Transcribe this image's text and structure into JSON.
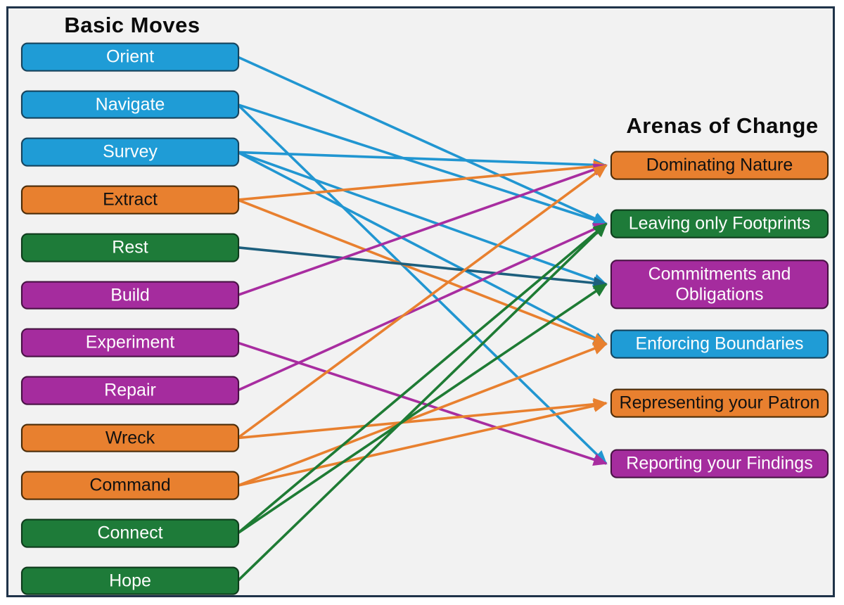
{
  "diagram": {
    "left": {
      "title": "Basic Moves",
      "nodes": [
        {
          "id": "orient",
          "label": "Orient",
          "color": "blue",
          "text": "white"
        },
        {
          "id": "navigate",
          "label": "Navigate",
          "color": "blue",
          "text": "white"
        },
        {
          "id": "survey",
          "label": "Survey",
          "color": "blue",
          "text": "white"
        },
        {
          "id": "extract",
          "label": "Extract",
          "color": "orange",
          "text": "black"
        },
        {
          "id": "rest",
          "label": "Rest",
          "color": "green",
          "text": "white"
        },
        {
          "id": "build",
          "label": "Build",
          "color": "purple",
          "text": "white"
        },
        {
          "id": "experiment",
          "label": "Experiment",
          "color": "purple",
          "text": "white"
        },
        {
          "id": "repair",
          "label": "Repair",
          "color": "purple",
          "text": "white"
        },
        {
          "id": "wreck",
          "label": "Wreck",
          "color": "orange",
          "text": "black"
        },
        {
          "id": "command",
          "label": "Command",
          "color": "orange",
          "text": "black"
        },
        {
          "id": "connect",
          "label": "Connect",
          "color": "green",
          "text": "white"
        },
        {
          "id": "hope",
          "label": "Hope",
          "color": "green",
          "text": "white"
        }
      ]
    },
    "right": {
      "title": "Arenas of Change",
      "nodes": [
        {
          "id": "dominating-nature",
          "label": "Dominating Nature",
          "color": "orange",
          "text": "black"
        },
        {
          "id": "leaving-only-footprints",
          "label": "Leaving only Footprints",
          "color": "green",
          "text": "white"
        },
        {
          "id": "commitments-and-obligations",
          "label": "Commitments and Obligations",
          "color": "purple",
          "text": "white"
        },
        {
          "id": "enforcing-boundaries",
          "label": "Enforcing Boundaries",
          "color": "blue",
          "text": "white"
        },
        {
          "id": "representing-your-patron",
          "label": "Representing your Patron",
          "color": "orange",
          "text": "black"
        },
        {
          "id": "reporting-your-findings",
          "label": "Reporting your Findings",
          "color": "purple",
          "text": "white"
        }
      ]
    },
    "edges": [
      {
        "from": "orient",
        "to": "leaving-only-footprints",
        "color": "blue"
      },
      {
        "from": "navigate",
        "to": "leaving-only-footprints",
        "color": "blue"
      },
      {
        "from": "navigate",
        "to": "reporting-your-findings",
        "color": "blue"
      },
      {
        "from": "survey",
        "to": "dominating-nature",
        "color": "blue"
      },
      {
        "from": "survey",
        "to": "commitments-and-obligations",
        "color": "blue"
      },
      {
        "from": "survey",
        "to": "enforcing-boundaries",
        "color": "blue"
      },
      {
        "from": "extract",
        "to": "dominating-nature",
        "color": "orange"
      },
      {
        "from": "extract",
        "to": "enforcing-boundaries",
        "color": "orange"
      },
      {
        "from": "rest",
        "to": "commitments-and-obligations",
        "color": "teal"
      },
      {
        "from": "build",
        "to": "dominating-nature",
        "color": "purple"
      },
      {
        "from": "experiment",
        "to": "reporting-your-findings",
        "color": "purple"
      },
      {
        "from": "repair",
        "to": "leaving-only-footprints",
        "color": "purple"
      },
      {
        "from": "wreck",
        "to": "dominating-nature",
        "color": "orange"
      },
      {
        "from": "wreck",
        "to": "representing-your-patron",
        "color": "orange"
      },
      {
        "from": "command",
        "to": "enforcing-boundaries",
        "color": "orange"
      },
      {
        "from": "command",
        "to": "representing-your-patron",
        "color": "orange"
      },
      {
        "from": "connect",
        "to": "leaving-only-footprints",
        "color": "green"
      },
      {
        "from": "connect",
        "to": "commitments-and-obligations",
        "color": "green"
      },
      {
        "from": "hope",
        "to": "leaving-only-footprints",
        "color": "green"
      }
    ],
    "palette": {
      "blue": {
        "fill": "#1F9CD6",
        "line": "#2196D1",
        "border": "#14425C"
      },
      "orange": {
        "fill": "#E8802F",
        "line": "#E8802F",
        "border": "#4A2A05"
      },
      "green": {
        "fill": "#1E7B39",
        "line": "#1E7B34",
        "border": "#0C3A1A"
      },
      "purple": {
        "fill": "#A52C9E",
        "line": "#A82DA0",
        "border": "#471043"
      },
      "teal": {
        "fill": "#1D5F7D",
        "line": "#1D5F7D",
        "border": "#0E3040"
      },
      "background": "#F2F2F2",
      "frame": "#1F3349",
      "title_color": "#0B0B0B"
    }
  }
}
